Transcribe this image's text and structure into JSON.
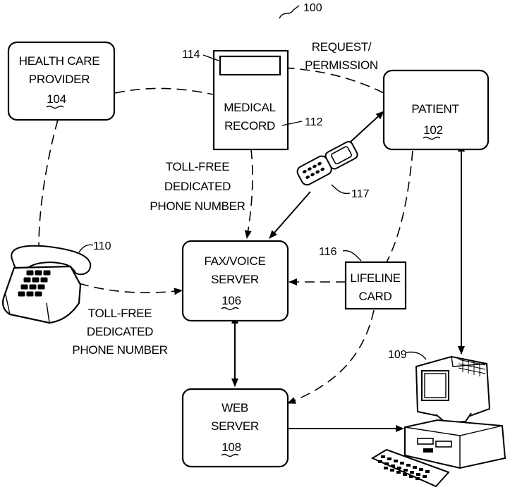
{
  "figure": {
    "number": "100",
    "nodes": {
      "health_care_provider": {
        "lines": [
          "HEALTH CARE",
          "PROVIDER"
        ],
        "ref": "104"
      },
      "medical_record": {
        "lines": [
          "MEDICAL",
          "RECORD"
        ],
        "ref": "112",
        "field_ref": "114"
      },
      "patient": {
        "lines": [
          "PATIENT"
        ],
        "ref": "102"
      },
      "fax_voice_server": {
        "lines": [
          "FAX/VOICE",
          "SERVER"
        ],
        "ref": "106"
      },
      "lifeline_card": {
        "lines": [
          "LIFELINE",
          "CARD"
        ],
        "ref": "116"
      },
      "web_server": {
        "lines": [
          "WEB",
          "SERVER"
        ],
        "ref": "108"
      },
      "telephone": {
        "ref": "110"
      },
      "mobile_phone": {
        "ref": "117"
      },
      "computer": {
        "ref": "109"
      }
    },
    "labels": {
      "request_permission": [
        "REQUEST/",
        "PERMISSION"
      ],
      "toll_free_upper": [
        "TOLL-FREE",
        "DEDICATED",
        "PHONE NUMBER"
      ],
      "toll_free_lower": [
        "TOLL-FREE",
        "DEDICATED",
        "PHONE NUMBER"
      ]
    }
  }
}
